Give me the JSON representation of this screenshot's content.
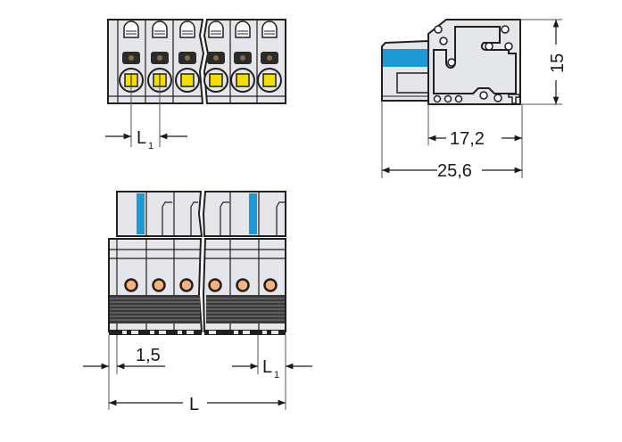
{
  "drawing": {
    "type": "connector-dimension-drawing",
    "views": {
      "top_view": {
        "poles_shown": 6,
        "break_between_poles": 3
      },
      "side_view": {
        "shape": "female-connector-profile"
      },
      "front_view": {
        "poles_shown": 6,
        "break_between_poles": 3
      }
    },
    "dimensions": {
      "top_pitch_label": "L",
      "top_pitch_sub": "1",
      "side_height": "15",
      "side_depth_inner": "17,2",
      "side_depth_total": "25,6",
      "front_offset": "1,5",
      "front_pitch_label": "L",
      "front_pitch_sub": "1",
      "front_length": "L"
    },
    "colors": {
      "housing": "#e4e6e9",
      "outline": "#231f20",
      "release_button": "#f2df00",
      "marker_blue": "#1b9ad6",
      "test_port": "#f7b27a",
      "ribbed": "#3a3a3a"
    }
  }
}
